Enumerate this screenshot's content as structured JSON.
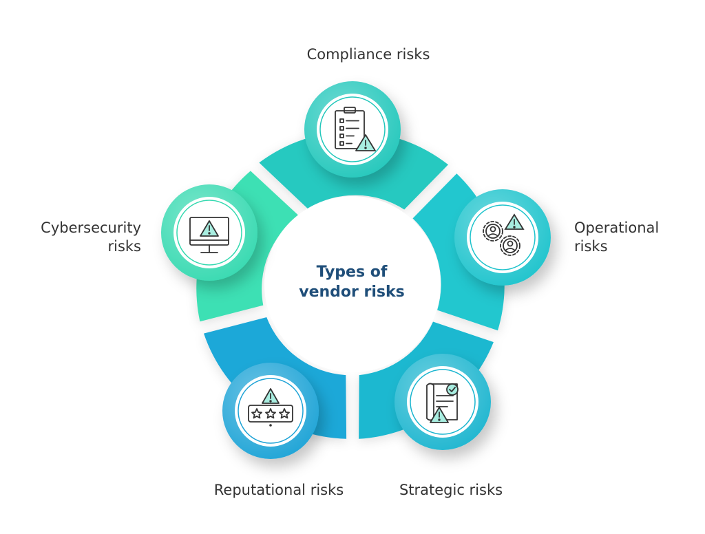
{
  "center_title": {
    "line1": "Types of",
    "line2": "vendor risks"
  },
  "segments": [
    {
      "id": "compliance",
      "label_lines": [
        "Compliance risks"
      ],
      "icon": "clipboard-warning-icon",
      "color": "#26c9c0"
    },
    {
      "id": "operational",
      "label_lines": [
        "Operational",
        "risks"
      ],
      "icon": "gears-people-warning-icon",
      "color": "#20c7cf"
    },
    {
      "id": "strategic",
      "label_lines": [
        "Strategic risks"
      ],
      "icon": "document-check-warning-icon",
      "color": "#1bb8d0"
    },
    {
      "id": "reputational",
      "label_lines": [
        "Reputational risks"
      ],
      "icon": "rating-stars-warning-icon",
      "color": "#1ea8d8"
    },
    {
      "id": "cybersecurity",
      "label_lines": [
        "Cybersecurity",
        "risks"
      ],
      "icon": "monitor-warning-icon",
      "color": "#3ee0b4"
    }
  ],
  "colors": {
    "title": "#1f4e79",
    "label": "#333333",
    "icon_stroke": "#333333",
    "warning_fill": "#a8ede0"
  }
}
